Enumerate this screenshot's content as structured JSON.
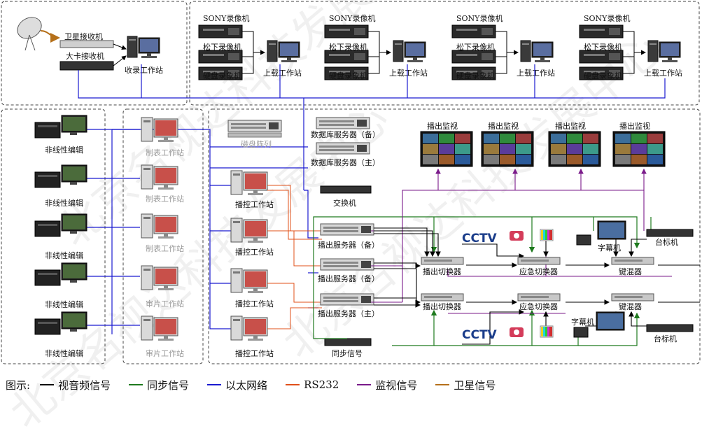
{
  "labels": {
    "satellite_receiver": "卫星接收机",
    "big_card_receiver": "大卡接收机",
    "ingest_station": "收录工作站",
    "sony_recorder": "SONY录像机",
    "panasonic_recorder": "松下录像机",
    "hdd_recorder": "硬盘录象机",
    "upload_station": "上载工作站",
    "nle": "非线性编辑",
    "table_station": "制表工作站",
    "review_station": "审片工作站",
    "disk_array": "磁盘阵列",
    "db_server_backup": "数据库服务器（备）",
    "db_server_main": "数据库服务器（主）",
    "switch": "交换机",
    "playout_control_station": "播控工作站",
    "playout_server_backup": "播出服务器（备）",
    "playout_server_main": "播出服务器（主）",
    "playout_monitor": "播出监视",
    "playout_switcher": "播出切换器",
    "emergency_switcher": "应急切换器",
    "keyer": "键混器",
    "caption_machine": "字幕机",
    "logo_machine": "台标机",
    "sync_signal": "同步信号",
    "cctv": "CCTV"
  },
  "legend": {
    "title": "图示:",
    "items": [
      {
        "label": "视音频信号",
        "color": "#000000"
      },
      {
        "label": "同步信号",
        "color": "#1e7a1e"
      },
      {
        "label": "以太网络",
        "color": "#1a1ad0"
      },
      {
        "label": "RS232",
        "color": "#e0501a"
      },
      {
        "label": "监视信号",
        "color": "#7a1a8a"
      },
      {
        "label": "卫星信号",
        "color": "#b5701a"
      }
    ]
  },
  "watermark": "北京名视达科技发展中心"
}
